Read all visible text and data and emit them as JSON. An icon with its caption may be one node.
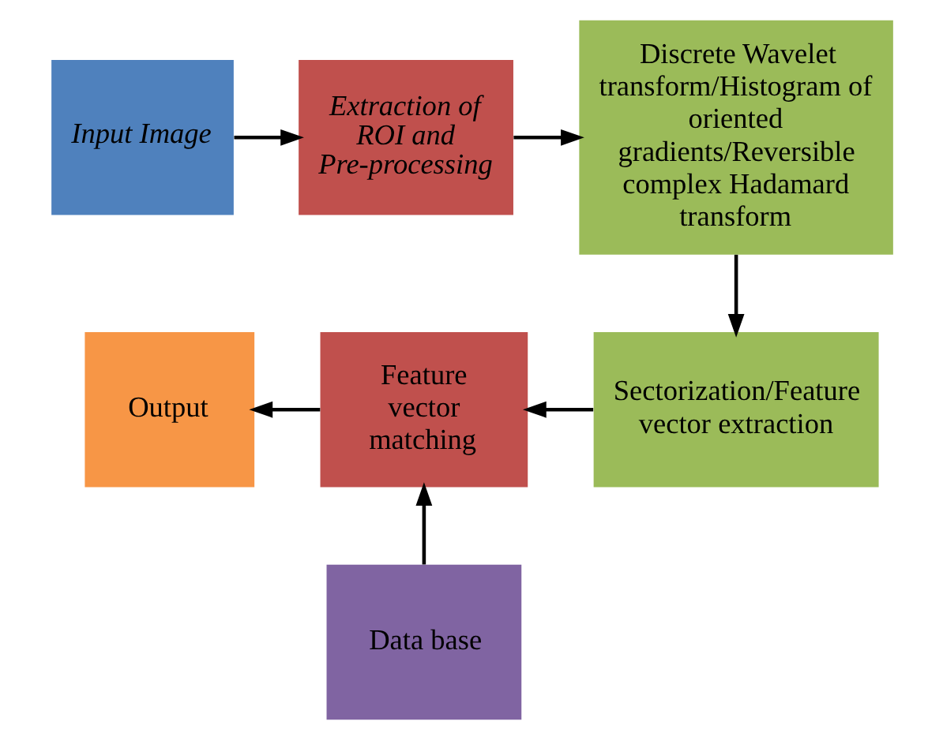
{
  "diagram": {
    "nodes": [
      {
        "text": [
          "Input Image"
        ]
      },
      {
        "text": [
          "Extraction of ROI and Pre-processing"
        ]
      },
      {
        "text": [
          "Discrete Wavelet transform/Histogram of oriented gradients/Reversible complex Hadamard transform"
        ]
      },
      {
        "text": [
          "Sectorization/Feature vector extraction"
        ]
      },
      {
        "text": [
          "Feature vector matching"
        ]
      },
      {
        "text": [
          "Output"
        ]
      },
      {
        "text": [
          "Data base"
        ]
      }
    ],
    "edges": [
      {
        "from": 0,
        "to": 1,
        "arrow": "to"
      },
      {
        "from": 1,
        "to": 2,
        "arrow": "to"
      },
      {
        "from": 2,
        "to": 3,
        "arrow": "to"
      },
      {
        "from": 3,
        "to": 4,
        "arrow": "to"
      },
      {
        "from": 4,
        "to": 5,
        "arrow": "to"
      },
      {
        "from": 6,
        "to": 4,
        "arrow": "to"
      }
    ]
  }
}
